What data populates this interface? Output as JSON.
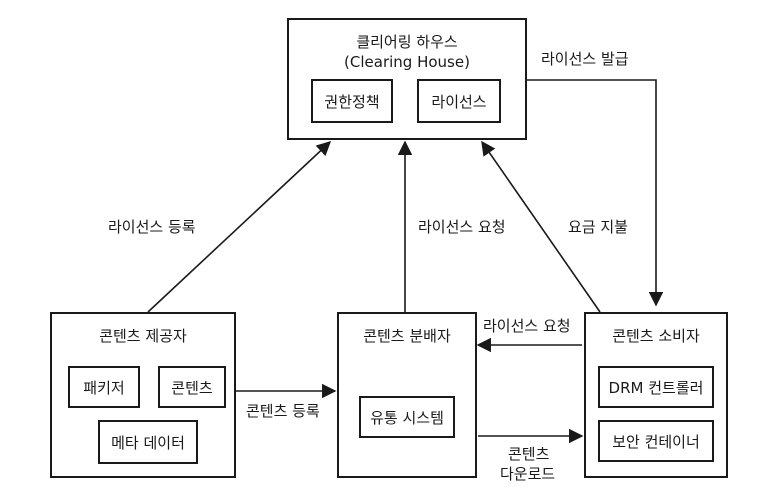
{
  "clearing_house": {
    "title_line1": "클리어링 하우스",
    "title_line2": "(Clearing House)",
    "policy": "권한정책",
    "license": "라이선스"
  },
  "provider": {
    "title": "콘텐츠 제공자",
    "packager": "패키저",
    "content": "콘텐츠",
    "metadata": "메타 데이터"
  },
  "distributor": {
    "title": "콘텐츠 분배자",
    "system": "유통 시스템"
  },
  "consumer": {
    "title": "콘텐츠 소비자",
    "drm": "DRM 컨트롤러",
    "container": "보안 컨테이너"
  },
  "edges": {
    "license_issue": "라이선스 발급",
    "license_register": "라이선스 등록",
    "license_request_up": "라이선스 요청",
    "fee_payment": "요금 지불",
    "license_request_left": "라이선스 요청",
    "content_register": "콘텐츠 등록",
    "content_download_line1": "콘텐츠",
    "content_download_line2": "다운로드"
  }
}
